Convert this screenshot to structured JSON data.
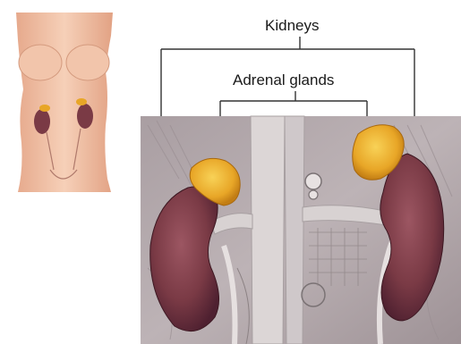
{
  "labels": {
    "kidneys": "Kidneys",
    "adrenal_glands": "Adrenal glands"
  },
  "colors": {
    "skin": "#f0c2a6",
    "skin_shadow": "#d79b80",
    "kidney": "#7a3a45",
    "kidney_dark": "#4e2030",
    "adrenal": "#e8a627",
    "adrenal_light": "#f6cb4a",
    "tissue_bg": "#b8adb0",
    "vessel": "#d8d2d2",
    "leader_line": "#333333"
  },
  "icons": {
    "torso_thumbnail": "female-torso-illustration",
    "anatomy_closeup": "kidney-adrenal-closeup"
  }
}
